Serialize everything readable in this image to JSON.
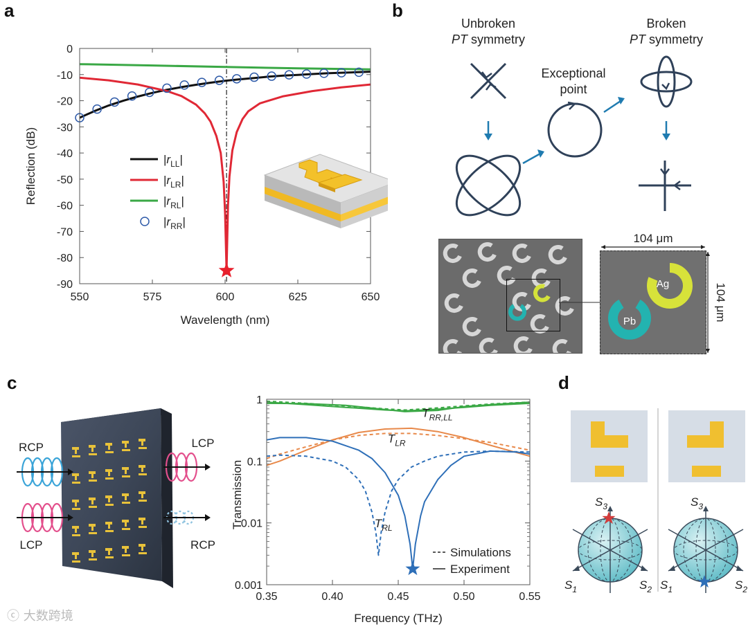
{
  "panels": {
    "a": "a",
    "b": "b",
    "c": "c",
    "d": "d"
  },
  "chart_data": [
    {
      "type": "line",
      "panel": "a",
      "xlabel": "Wavelength (nm)",
      "ylabel": "Reflection (dB)",
      "xlim": [
        550,
        650
      ],
      "ylim": [
        -90,
        0
      ],
      "xticks": [
        550,
        575,
        600,
        625,
        650
      ],
      "yticks": [
        0,
        -10,
        -20,
        -30,
        -40,
        -50,
        -60,
        -70,
        -80,
        -90
      ],
      "vline_x": 600.5,
      "star": {
        "x": 600.5,
        "y": -85,
        "color": "#e8202c"
      },
      "legend": [
        {
          "key": "LL",
          "label": "|r",
          "sub": "LL",
          "color": "#111111",
          "style": "line"
        },
        {
          "key": "LR",
          "label": "|r",
          "sub": "LR",
          "color": "#e02835",
          "style": "line"
        },
        {
          "key": "RL",
          "label": "|r",
          "sub": "RL",
          "color": "#3aa845",
          "style": "line"
        },
        {
          "key": "RR",
          "label": "|r",
          "sub": "RR",
          "color": "#2e5aa8",
          "style": "circle"
        }
      ],
      "series": [
        {
          "name": "|rLL|",
          "color": "#111111",
          "x": [
            550,
            555,
            560,
            565,
            570,
            575,
            580,
            585,
            590,
            595,
            600,
            605,
            610,
            615,
            620,
            625,
            630,
            635,
            640,
            645,
            650
          ],
          "y": [
            -26.5,
            -24,
            -21.8,
            -20,
            -18.4,
            -17,
            -15.8,
            -14.8,
            -13.9,
            -13.1,
            -12.4,
            -11.8,
            -11.3,
            -10.8,
            -10.4,
            -10.1,
            -9.8,
            -9.5,
            -9.3,
            -9.1,
            -8.9
          ]
        },
        {
          "name": "|rLR|",
          "color": "#e02835",
          "x": [
            550,
            560,
            570,
            580,
            585,
            590,
            593,
            595,
            597,
            598.5,
            599.5,
            600,
            600.5,
            601,
            601.5,
            602.5,
            604,
            606,
            608,
            612,
            620,
            630,
            640,
            650
          ],
          "y": [
            -11.2,
            -12.2,
            -13.8,
            -16.3,
            -18.2,
            -21.5,
            -24.8,
            -28,
            -33.5,
            -40,
            -51,
            -63,
            -85,
            -60,
            -49,
            -39,
            -32,
            -27,
            -24,
            -21,
            -18.3,
            -16.3,
            -14.9,
            -13.8
          ]
        },
        {
          "name": "|rRL|",
          "color": "#3aa845",
          "x": [
            550,
            575,
            600,
            625,
            650
          ],
          "y": [
            -6,
            -6.5,
            -7.1,
            -7.6,
            -8
          ]
        },
        {
          "name": "|rRR|",
          "color": "#2e5aa8",
          "style": "markers",
          "x": [
            550,
            556,
            562,
            568,
            574,
            580,
            586,
            592,
            598,
            604,
            610,
            616,
            622,
            628,
            634,
            640,
            646
          ],
          "y": [
            -26.5,
            -23.2,
            -20.5,
            -18.2,
            -16.8,
            -15.2,
            -14,
            -13,
            -12.2,
            -11.6,
            -11,
            -10.6,
            -10.1,
            -9.8,
            -9.5,
            -9.3,
            -9.1
          ]
        }
      ]
    },
    {
      "type": "line",
      "panel": "c",
      "xlabel": "Frequency (THz)",
      "ylabel": "Transmission",
      "xlim": [
        0.35,
        0.55
      ],
      "ylim": [
        0.001,
        1
      ],
      "yscale": "log",
      "xticks": [
        "0.35",
        "0.40",
        "0.45",
        "0.50",
        "0.55"
      ],
      "yticks": [
        "1",
        "0.1",
        "0.01",
        "0.001"
      ],
      "star": {
        "x": 0.461,
        "y": 0.0018,
        "color": "#2e6fb8"
      },
      "curve_labels": [
        {
          "text": "T",
          "sub": "RR,LL",
          "x": 0.468,
          "y": 0.52
        },
        {
          "text": "T",
          "sub": "LR",
          "x": 0.442,
          "y": 0.2
        },
        {
          "text": "T",
          "sub": "RL",
          "x": 0.432,
          "y": 0.0085
        }
      ],
      "legend": [
        {
          "label": "Simulations",
          "style": "dashed"
        },
        {
          "label": "Experiment",
          "style": "solid"
        }
      ],
      "series": [
        {
          "name": "TRR exp",
          "color": "#3aa845",
          "dash": false,
          "x": [
            0.35,
            0.38,
            0.41,
            0.44,
            0.455,
            0.47,
            0.5,
            0.52,
            0.55
          ],
          "y": [
            0.9,
            0.82,
            0.74,
            0.67,
            0.65,
            0.67,
            0.74,
            0.8,
            0.86
          ]
        },
        {
          "name": "TLL exp",
          "color": "#3aa845",
          "dash": false,
          "x": [
            0.35,
            0.38,
            0.41,
            0.43,
            0.455,
            0.48,
            0.5,
            0.52,
            0.55
          ],
          "y": [
            0.86,
            0.85,
            0.8,
            0.72,
            0.63,
            0.66,
            0.76,
            0.82,
            0.9
          ]
        },
        {
          "name": "TRR sim",
          "color": "#3aa845",
          "dash": true,
          "x": [
            0.35,
            0.38,
            0.41,
            0.44,
            0.455,
            0.47,
            0.5,
            0.52,
            0.55
          ],
          "y": [
            0.93,
            0.86,
            0.78,
            0.7,
            0.67,
            0.7,
            0.78,
            0.84,
            0.9
          ]
        },
        {
          "name": "TLR exp",
          "color": "#e8894a",
          "dash": false,
          "x": [
            0.35,
            0.36,
            0.38,
            0.4,
            0.42,
            0.44,
            0.46,
            0.48,
            0.5,
            0.52,
            0.55
          ],
          "y": [
            0.085,
            0.1,
            0.15,
            0.22,
            0.29,
            0.33,
            0.34,
            0.3,
            0.24,
            0.18,
            0.12
          ]
        },
        {
          "name": "TLR sim",
          "color": "#e8894a",
          "dash": true,
          "x": [
            0.35,
            0.36,
            0.38,
            0.4,
            0.42,
            0.44,
            0.46,
            0.48,
            0.5,
            0.52,
            0.55
          ],
          "y": [
            0.11,
            0.13,
            0.17,
            0.22,
            0.26,
            0.28,
            0.28,
            0.26,
            0.23,
            0.2,
            0.15
          ]
        },
        {
          "name": "TRL exp",
          "color": "#2e6fb8",
          "dash": false,
          "x": [
            0.35,
            0.36,
            0.38,
            0.4,
            0.42,
            0.43,
            0.44,
            0.45,
            0.455,
            0.459,
            0.461,
            0.463,
            0.467,
            0.47,
            0.48,
            0.49,
            0.5,
            0.52,
            0.54,
            0.55
          ],
          "y": [
            0.22,
            0.24,
            0.24,
            0.21,
            0.15,
            0.11,
            0.065,
            0.028,
            0.013,
            0.0045,
            0.0018,
            0.0045,
            0.013,
            0.022,
            0.05,
            0.085,
            0.12,
            0.145,
            0.14,
            0.13
          ]
        },
        {
          "name": "TRL sim",
          "color": "#2e6fb8",
          "dash": true,
          "x": [
            0.35,
            0.36,
            0.38,
            0.4,
            0.41,
            0.42,
            0.425,
            0.43,
            0.433,
            0.435,
            0.437,
            0.44,
            0.445,
            0.45,
            0.46,
            0.47,
            0.48,
            0.5,
            0.52,
            0.55
          ],
          "y": [
            0.12,
            0.125,
            0.12,
            0.1,
            0.08,
            0.05,
            0.033,
            0.015,
            0.007,
            0.003,
            0.007,
            0.015,
            0.033,
            0.05,
            0.08,
            0.1,
            0.12,
            0.14,
            0.145,
            0.14
          ]
        }
      ]
    }
  ],
  "panel_b": {
    "unbroken_line1": "Unbroken",
    "unbroken_line2_italic": "PT",
    "unbroken_line2_rest": " symmetry",
    "broken_line1": "Broken",
    "broken_line2_italic": "PT",
    "broken_line2_rest": " symmetry",
    "ep_line1": "Exceptional",
    "ep_line2": "point",
    "scale_h": "104 μm",
    "scale_v": "104 μm",
    "label_ag": "Ag",
    "label_pb": "Pb",
    "diagram_color": "#2f4159",
    "arrow_color": "#1f7bb0"
  },
  "panel_c_left": {
    "rcp_in": "RCP",
    "lcp_in": "LCP",
    "lcp_out": "LCP",
    "rcp_out": "RCP"
  },
  "panel_d": {
    "s1": "S",
    "s1_sub": "1",
    "s2": "S",
    "s2_sub": "2",
    "s3": "S",
    "s3_sub": "3"
  },
  "watermark": "大数跨境"
}
